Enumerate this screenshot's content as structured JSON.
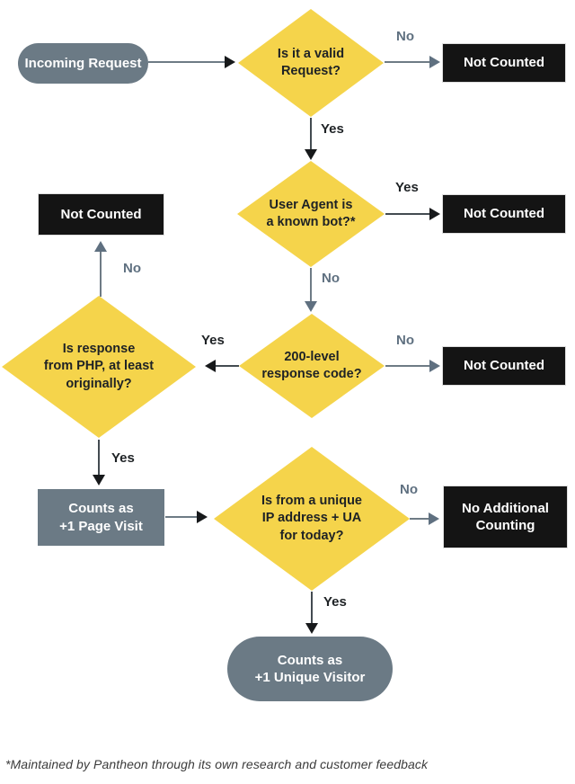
{
  "colors": {
    "diamond_fill": "#F5D44B",
    "slate_fill": "#6B7A85",
    "black_fill": "#141414",
    "yes_color": "#1E2225",
    "no_color": "#5F7080",
    "line_color": "#6E7B85"
  },
  "labels": {
    "yes": "Yes",
    "no": "No"
  },
  "nodes": {
    "incoming": "Incoming Request",
    "valid_request": "Is it a valid\nRequest?",
    "not_counted_1": "Not Counted",
    "not_counted_left": "Not Counted",
    "known_bot": "User Agent is\na known bot?*",
    "not_counted_2": "Not Counted",
    "response_code": "200-level\nresponse code?",
    "not_counted_3": "Not Counted",
    "from_php": "Is response\nfrom PHP, at least\noriginally?",
    "page_visit": "Counts as\n+1 Page Visit",
    "unique_ip": "Is from a unique\nIP address + UA\nfor today?",
    "no_additional": "No Additional\nCounting",
    "unique_visitor": "Counts as\n+1 Unique Visitor"
  },
  "footnote": "*Maintained by Pantheon through its own research and customer feedback"
}
